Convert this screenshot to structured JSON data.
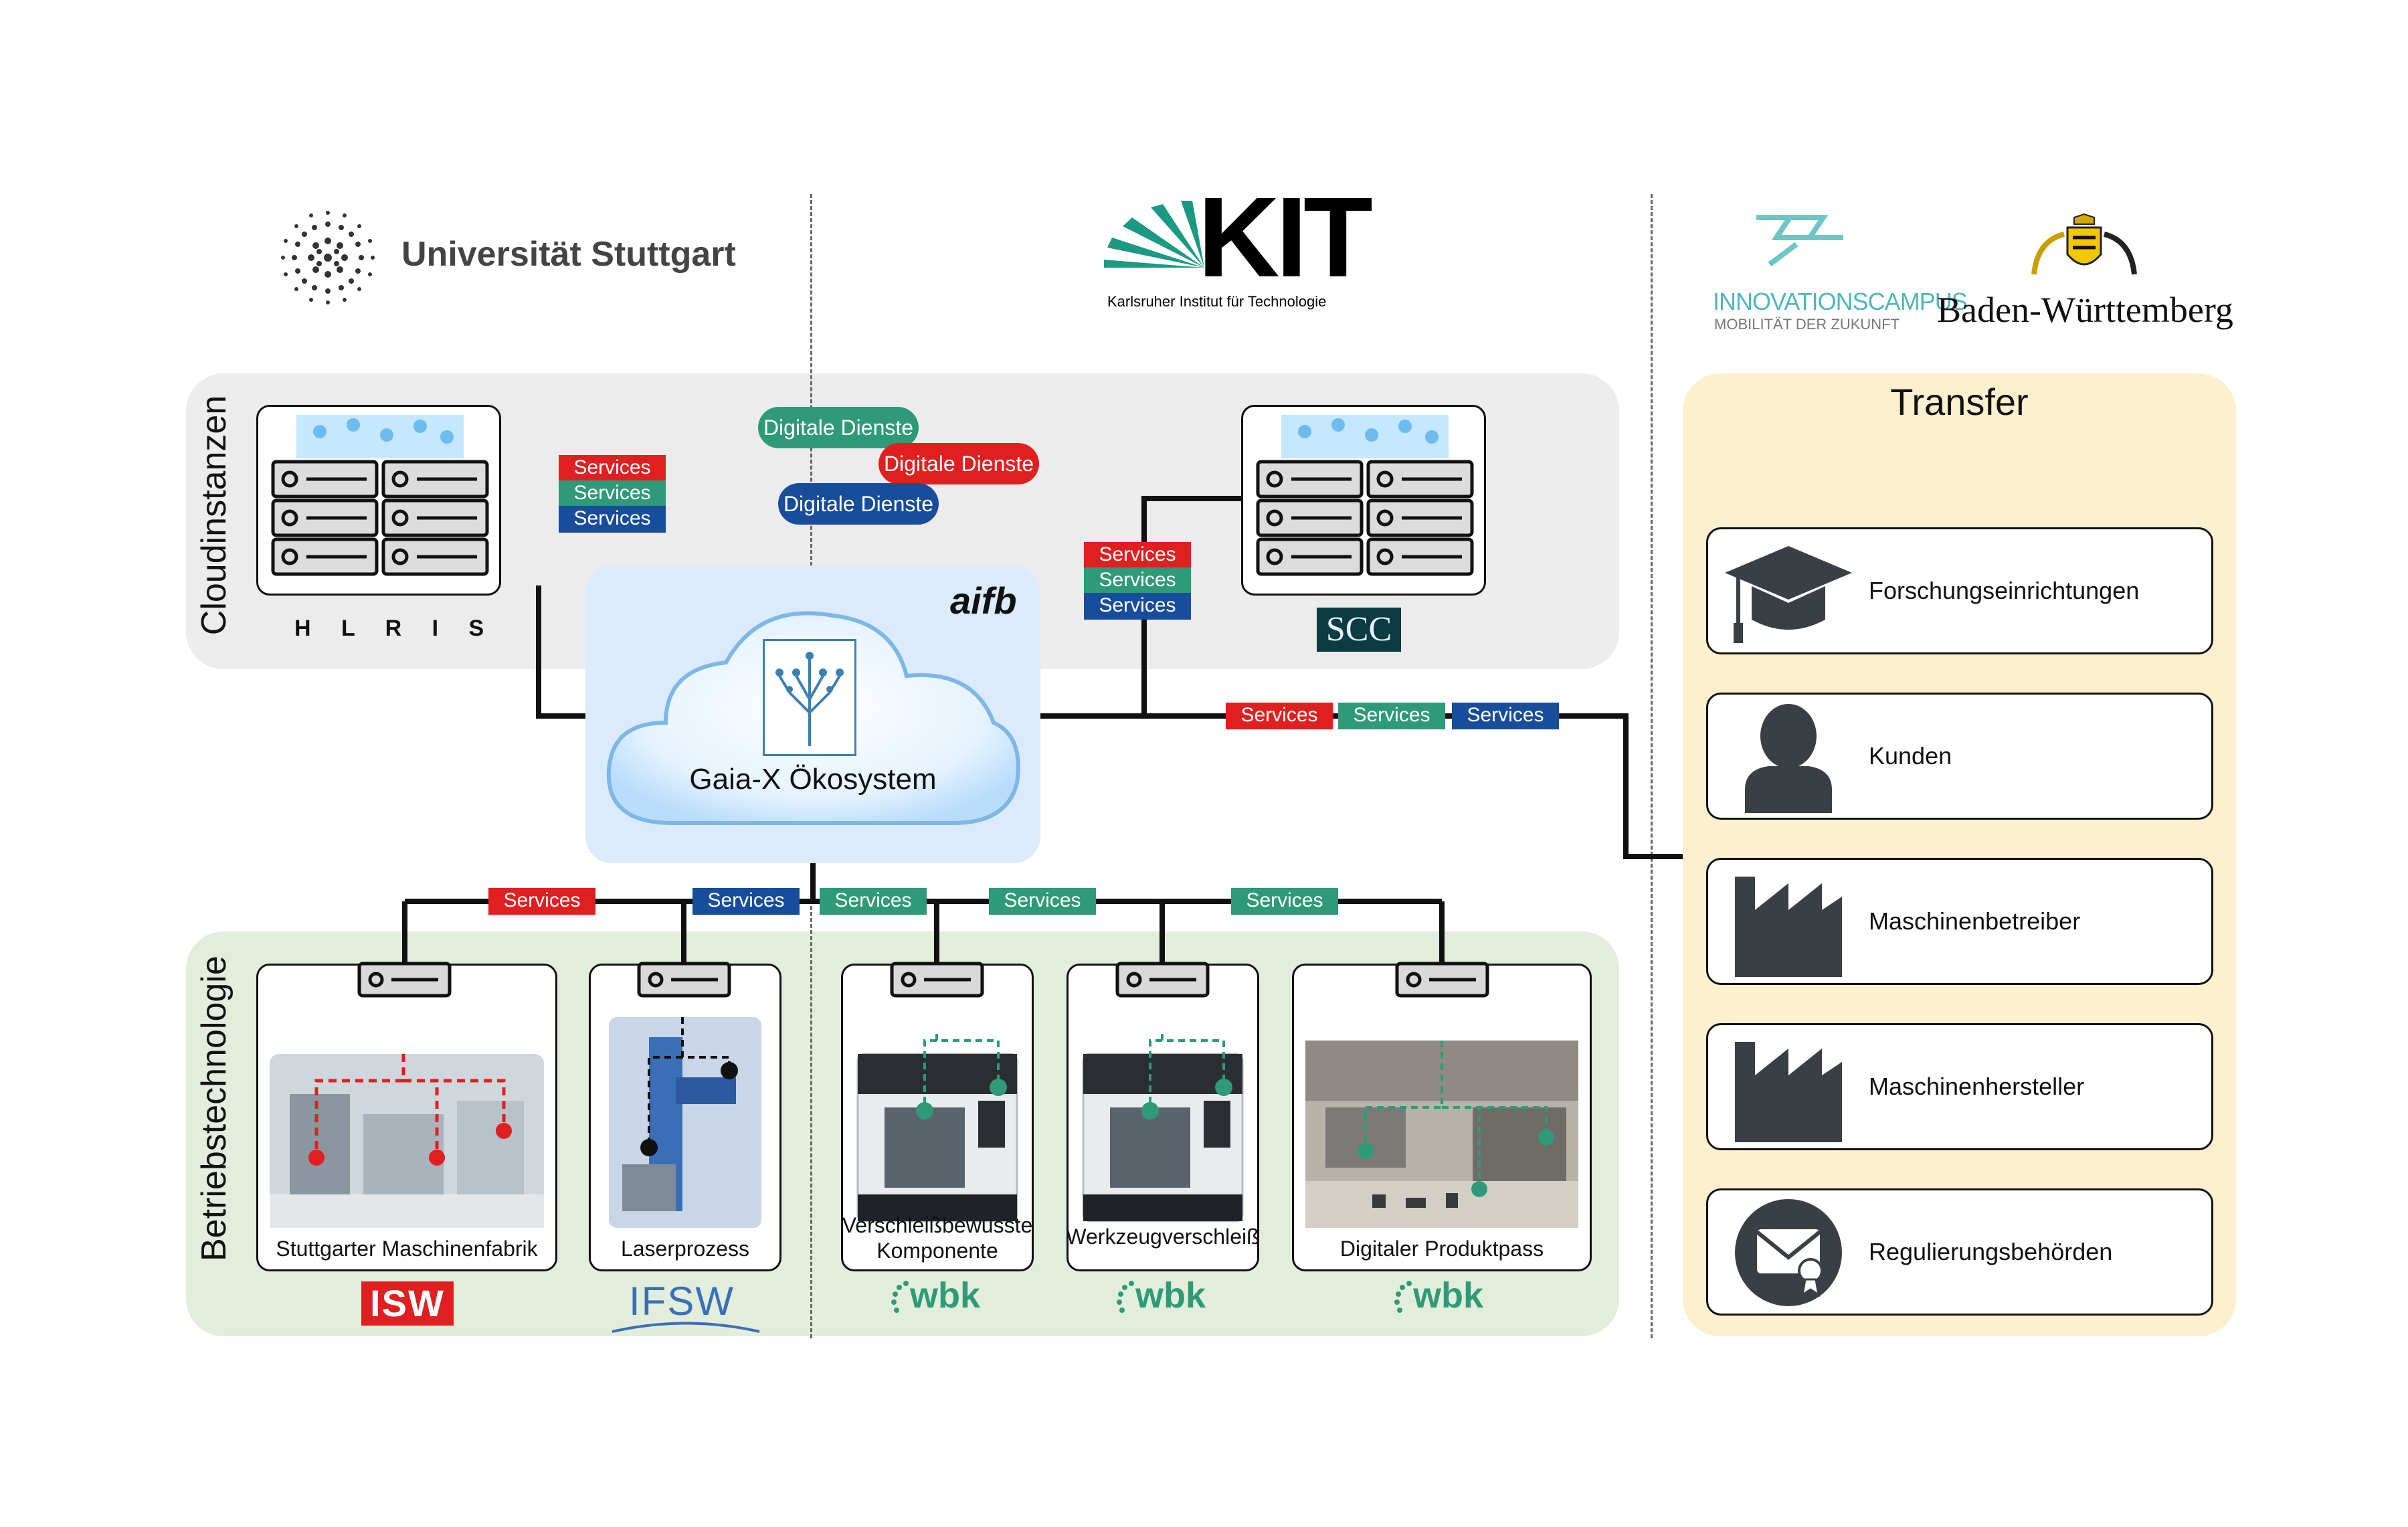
{
  "logos": {
    "uni_stuttgart": "Universität Stuttgart",
    "kit_main": "KIT",
    "kit_sub": "Karlsruher Institut für Technologie",
    "innovationscampus": "INNOVATIONSCAMPUS",
    "innovationscampus_sub": "MOBILITÄT DER ZUKUNFT",
    "baden_wuerttemberg": "Baden-Württemberg",
    "hlrs": "H L R I S",
    "scc": "SCC",
    "aifb": "aifb",
    "isw": "ISW",
    "ifsw": "IFSW",
    "wbk": "wbk"
  },
  "sections": {
    "cloud": "Cloudinstanzen",
    "operations": "Betriebstechnologie",
    "transfer": "Transfer"
  },
  "center": {
    "gaia": "Gaia-X Ökosystem"
  },
  "digital_services": [
    "Digitale Dienste",
    "Digitale Dienste",
    "Digitale Dienste"
  ],
  "services_label": "Services",
  "machines": [
    {
      "label": "Stuttgarter Maschinenfabrik"
    },
    {
      "label": "Laserprozess"
    },
    {
      "label": "Verschleißbewusste\nKomponente"
    },
    {
      "label": "Werkzeugverschleiß"
    },
    {
      "label": "Digitaler Produktpass"
    }
  ],
  "transfer_items": [
    {
      "label": "Forschungseinrichtungen",
      "icon": "graduation-cap-icon"
    },
    {
      "label": "Kunden",
      "icon": "person-icon"
    },
    {
      "label": "Maschinenbetreiber",
      "icon": "factory-icon"
    },
    {
      "label": "Maschinenhersteller",
      "icon": "factory-icon"
    },
    {
      "label": "Regulierungsbehörden",
      "icon": "certificate-mail-icon"
    }
  ],
  "colors": {
    "red": "#e02020",
    "green": "#2e9a78",
    "blue": "#174d9a",
    "cloud_panel": "#ececec",
    "ops_panel": "#e2eedb",
    "transfer_panel": "#fdf0cf"
  }
}
